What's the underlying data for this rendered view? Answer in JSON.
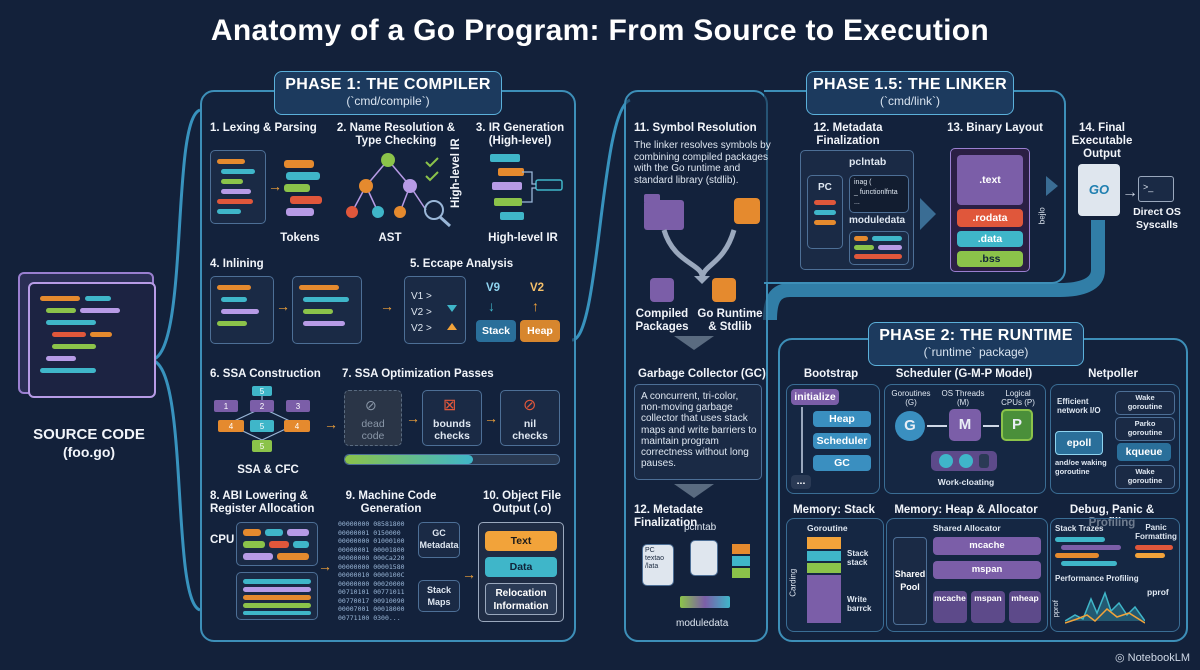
{
  "title": "Anatomy of a Go Program: From Source to Execution",
  "source": {
    "label": "SOURCE CODE",
    "file": "(foo.go)"
  },
  "compiler": {
    "heading": "PHASE 1: THE COMPILER",
    "sub": "(`cmd/compile`)",
    "steps": {
      "s1": "1. Lexing & Parsing",
      "s1_out": "Tokens",
      "s2": "2. Name Resolution & Type Checking",
      "s2_out": "AST",
      "s3": "3. IR Generation (High-level)",
      "s3_side": "High-level IR",
      "s3_out": "High-level IR",
      "s4": "4. Inlining",
      "s5": "5. Eccape Analysis",
      "s5_v9": "V9",
      "s5_v2": "V2",
      "s5_stack": "Stack",
      "s5_heap": "Heap",
      "s5_code1": "V1 >",
      "s5_code2": "V2 >",
      "s5_code3": "V2 >",
      "s6": "6. SSA Construction",
      "s6_out": "SSA & CFC",
      "s7": "7. SSA Optimization Passes",
      "s7_dead": "dead code",
      "s7_bounds": "bounds checks",
      "s7_nil": "nil checks",
      "s8": "8. ABI Lowering & Register Allocation",
      "s8_cpu": "CPU",
      "s9": "9. Machine Code Generation",
      "s9_gc": "GC Metadata",
      "s9_stack": "Stack Maps",
      "s10": "10. Object File Output (.o)",
      "s10_text": "Text",
      "s10_data": "Data",
      "s10_reloc": "Relocation Information"
    },
    "ssa_nodes": [
      "5",
      "1",
      "2",
      "3",
      "4",
      "5",
      "4",
      "5"
    ],
    "hex_col1": [
      "00000000",
      "00000001",
      "00000000",
      "00000001",
      "00000000",
      "00000000",
      "00000010",
      "00000000",
      "00710101",
      "00770017",
      "00007001",
      "00771100"
    ],
    "hex_col2": [
      "08581800",
      "0150000",
      "01000100",
      "00001800",
      "000Ca220",
      "00001580",
      "0000100C",
      "00020000",
      "00771011",
      "00910090",
      "00018000",
      "0300..."
    ]
  },
  "linker": {
    "heading": "PHASE 1.5: THE LINKER",
    "sub": "(`cmd/link`)",
    "s11": "11. Symbol Resolution",
    "s11_desc": "The linker resolves symbols by combining compiled packages with the Go runtime and standard library (stdlib).",
    "compiled": "Compiled Packages",
    "gort": "Go Runtime & Stdlib",
    "s12": "12. Metadata Finalization",
    "s12_pclntab": "pclntab",
    "s12_pc": "PC",
    "s12_code1": "inag (",
    "s12_code2": "_ functionlfnta",
    "s12_code3": "...",
    "s12_moduledata": "moduledata",
    "s13": "13. Binary Layout",
    "sections": [
      ".text",
      ".rodata",
      ".data",
      ".bss"
    ],
    "s13_side": "bejlo",
    "gc_title": "Garbage Collector (GC)",
    "gc_desc": "A concurrent, tri-color, non-moving garbage collector that uses stack maps and write barriers to maintain program correctness without long pauses.",
    "s12b": "12. Metadate Finalization",
    "s12b_pclntab": "pclntab",
    "s12b_pc": "PC textao /lata",
    "s12b_moduledata": "moduledata"
  },
  "final": {
    "title": "14. Final Executable Output",
    "go": "GO",
    "syscalls": "Direct OS Syscalls",
    "prompt": ">_"
  },
  "runtime": {
    "heading": "PHASE 2: THE RUNTIME",
    "sub": "(`runtime` package)",
    "bootstrap": {
      "title": "Bootstrap",
      "items": [
        "initialize",
        "Heap",
        "Scheduler",
        "GC",
        "..."
      ]
    },
    "scheduler": {
      "title": "Scheduler (G-M-P Model)",
      "g_label": "Goroutines (G)",
      "m_label": "OS Threads (M)",
      "p_label": "Logical CPUs (P)",
      "g": "G",
      "m": "M",
      "p": "P",
      "steal": "Work-cloating"
    },
    "netpoller": {
      "title": "Netpoller",
      "desc": "Efficient network I/O",
      "epoll": "epoll",
      "kqueue": "kqueue",
      "wake1": "Wake goroutine",
      "park": "Parko goroutine",
      "wake2": "Wake goroutine",
      "andoe": "and/oe waking goroutine"
    },
    "stack": {
      "title": "Memory: Stack",
      "goroutine": "Goroutine",
      "stack": "Stack stack",
      "cording": "Carding",
      "write": "Write barrck"
    },
    "heap": {
      "title": "Memory: Heap & Allocator",
      "shared_alloc": "Shared Allocator",
      "mcache": "mcache",
      "mspan": "mspan",
      "shared_pool": "Shared Pool",
      "b1": "mcache",
      "b2": "mspan",
      "b3": "mheap"
    },
    "debug": {
      "title": "Debug, Panic & Profiling",
      "traces": "Stack Trazes",
      "panic": "Panic Formatting",
      "perf": "Performance Profiling",
      "pprof": "pprof",
      "pprof_side": "pprof"
    }
  },
  "footer": "NotebookLM",
  "colors": {
    "accent": "#3d8fb8",
    "orange": "#f2a33a",
    "purple": "#7b5ea8",
    "teal": "#3fb6c9",
    "green": "#8bc34a",
    "red": "#e0573b"
  }
}
